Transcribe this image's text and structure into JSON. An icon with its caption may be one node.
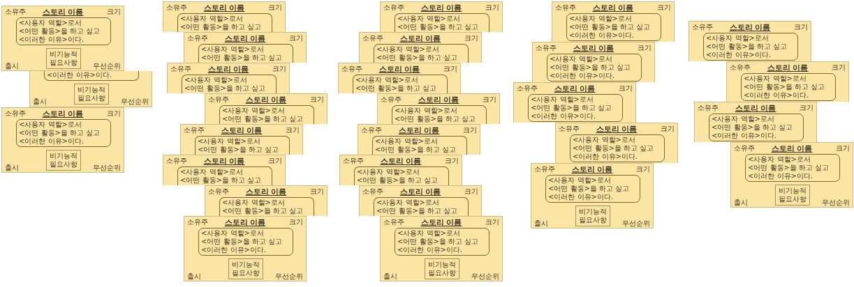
{
  "diagram": {
    "nodes": [
      {
        "text": [
          "소유주",
          "스토리 이름",
          "크기",
          "출시",
          "우선순위"
        ]
      },
      {
        "text": [
          "<사용자 역할>로서",
          "<어떤 활동>을 하고 싶고",
          "<이러한 이유>이다."
        ],
        "in": 0
      },
      {
        "text": [
          "비기능적 필요사항"
        ],
        "in": 0
      },
      {
        "text": [
          "출시",
          "우선순위"
        ]
      },
      {
        "text": [
          "<이러한 이유>이다."
        ],
        "in": 3
      },
      {
        "text": [
          "비기능적 필요사항"
        ],
        "in": 3
      },
      {
        "text": [
          "소유주",
          "스토리 이름",
          "크기",
          "출시",
          "우선순위"
        ]
      },
      {
        "text": [
          "<사용자 역할>로서",
          "<어떤 활동>을 하고 싶고",
          "<이러한 이유>이다."
        ],
        "in": 6
      },
      {
        "text": [
          "비기능적 필요사항"
        ],
        "in": 6
      },
      {
        "text": [
          "소유주",
          "스토리 이름",
          "크기"
        ]
      },
      {
        "text": [
          "<사용자 역할>로서",
          "<어떤 활동>을 하고 싶고"
        ],
        "in": 9
      },
      {
        "text": [
          "소유주",
          "스토리 이름",
          "크기"
        ]
      },
      {
        "text": [
          "<사용자 역할>로서",
          "<어떤 활동>을 하고 싶고"
        ],
        "in": 11
      },
      {
        "text": [
          "소유주",
          "스토리 이름",
          "크기"
        ]
      },
      {
        "text": [
          "<사용자 역할>로서",
          "<어떤 활동>을 하고 싶고"
        ],
        "in": 13
      },
      {
        "text": [
          "소유주",
          "스토리 이름",
          "크기"
        ]
      },
      {
        "text": [
          "<사용자 역할>로서",
          "<어떤 활동>을 하고 싶고"
        ],
        "in": 15
      },
      {
        "text": [
          "소유주",
          "스토리 이름",
          "크기"
        ]
      },
      {
        "text": [
          "<사용자 역할>로서",
          "<어떤 활동>을 하고 싶고"
        ],
        "in": 17
      },
      {
        "text": [
          "소유주",
          "스토리 이름",
          "크기"
        ]
      },
      {
        "text": [
          "<사용자 역할>로서",
          "<어떤 활동>을 하고 싶고"
        ],
        "in": 19
      },
      {
        "text": [
          "소유주",
          "스토리 이름",
          "크기"
        ]
      },
      {
        "text": [
          "<사용자 역할>로서",
          "<어떤 활동>을 하고 싶고"
        ],
        "in": 21
      },
      {
        "text": [
          "소유주",
          "스토리 이름",
          "크기",
          "출시",
          "우선순위"
        ]
      },
      {
        "text": [
          "<사용자 역할>로서",
          "<어떤 활동>을 하고 싶고",
          "<이러한 이유>이다."
        ],
        "in": 23
      },
      {
        "text": [
          "비기능적 필요사항"
        ],
        "in": 23
      },
      {
        "text": [
          "소유주",
          "스토리 이름",
          "크기"
        ]
      },
      {
        "text": [
          "<사용자 역할>로서",
          "<어떤 활동>을 하고 싶고"
        ],
        "in": 26
      },
      {
        "text": [
          "소유주",
          "스토리 이름",
          "크기"
        ]
      },
      {
        "text": [
          "<사용자 역할>로서",
          "<어떤 활동>을 하고 싶고"
        ],
        "in": 28
      },
      {
        "text": [
          "소유주",
          "스토리 이름",
          "크기"
        ]
      },
      {
        "text": [
          "<사용자 역할>로서",
          "<어떤 활동>을 하고 싶고"
        ],
        "in": 30
      },
      {
        "text": [
          "소유주",
          "스토리 이름",
          "크기"
        ]
      },
      {
        "text": [
          "<사용자 역할>로서",
          "<어떤 활동>을 하고 싶고"
        ],
        "in": 32
      },
      {
        "text": [
          "소유주",
          "스토리 이름",
          "크기"
        ]
      },
      {
        "text": [
          "<사용자 역할>로서",
          "<어떤 활동>을 하고 싶고"
        ],
        "in": 34
      },
      {
        "text": [
          "소유주",
          "스토리 이름",
          "크기"
        ]
      },
      {
        "text": [
          "<사용자 역할>로서",
          "<어떤 활동>을 하고 싶고"
        ],
        "in": 36
      },
      {
        "text": [
          "소유주",
          "스토리 이름",
          "크기"
        ]
      },
      {
        "text": [
          "<사용자 역할>로서",
          "<어떤 활동>을 하고 싶고"
        ],
        "in": 38
      },
      {
        "text": [
          "소유주",
          "스토리 이름",
          "크기",
          "출시",
          "우선순위"
        ]
      },
      {
        "text": [
          "<사용자 역할>로서",
          "<어떤 활동>을 하고 싶고",
          "<이러한 이유>이다."
        ],
        "in": 40
      },
      {
        "text": [
          "비기능적 필요사항"
        ],
        "in": 40
      },
      {
        "text": [
          "소유주",
          "스토리 이름",
          "크기"
        ]
      },
      {
        "text": [
          "<사용자 역할>로서",
          "<어떤 활동>을 하고 싶고",
          "<이러한 이유>이다."
        ],
        "in": 43
      },
      {
        "text": [
          "소유주",
          "스토리 이름",
          "크기"
        ]
      },
      {
        "text": [
          "<사용자 역할>로서",
          "<어떤 활동>을 하고 싶고",
          "<이러한 이유>이다."
        ],
        "in": 45
      },
      {
        "text": [
          "소유주",
          "스토리 이름",
          "크기"
        ]
      },
      {
        "text": [
          "<사용자 역할>로서",
          "<어떤 활동>을 하고 싶고",
          "<이러한 이유>이다."
        ],
        "in": 47
      },
      {
        "text": [
          "소유주",
          "스토리 이름",
          "크기"
        ]
      },
      {
        "text": [
          "<사용자 역할>로서",
          "<어떤 활동>을 하고 싶고",
          "<이러한 이유>이다."
        ],
        "in": 49
      },
      {
        "text": [
          "소유주",
          "스토리 이름",
          "크기",
          "출시",
          "우선순위"
        ]
      },
      {
        "text": [
          "<사용자 역할>로서",
          "<어떤 활동>을 하고 싶고",
          "<이러한 이유>이다."
        ],
        "in": 51
      },
      {
        "text": [
          "비기능적 필요사항"
        ],
        "in": 51
      },
      {
        "text": [
          "소유주",
          "스토리 이름",
          "크기"
        ]
      },
      {
        "text": [
          "<사용자 역할>로서",
          "<어떤 활동>을 하고 싶고",
          "<이러한 이유>이다."
        ],
        "in": 54
      },
      {
        "text": [
          "소유주",
          "스토리 이름",
          "크기"
        ]
      },
      {
        "text": [
          "<사용자 역할>로서",
          "<어떤 활동>을 하고 싶고",
          "<이러한 이유>이다."
        ],
        "in": 56
      },
      {
        "text": [
          "소유주",
          "스토리 이름",
          "크기"
        ]
      },
      {
        "text": [
          "<사용자 역할>로서",
          "<어떤 활동>을 하고 싶고",
          "<이러한 이유>이다."
        ],
        "in": 58
      },
      {
        "text": [
          "소유주",
          "스토리 이름",
          "크기",
          "출시",
          "우선순위"
        ]
      },
      {
        "text": [
          "<사용자 역할>로서",
          "<어떤 활동>을 하고 싶고",
          "<이러한 이유>이다."
        ],
        "in": 60
      },
      {
        "text": [
          "비기능적 필요사항"
        ],
        "in": 60
      }
    ]
  }
}
